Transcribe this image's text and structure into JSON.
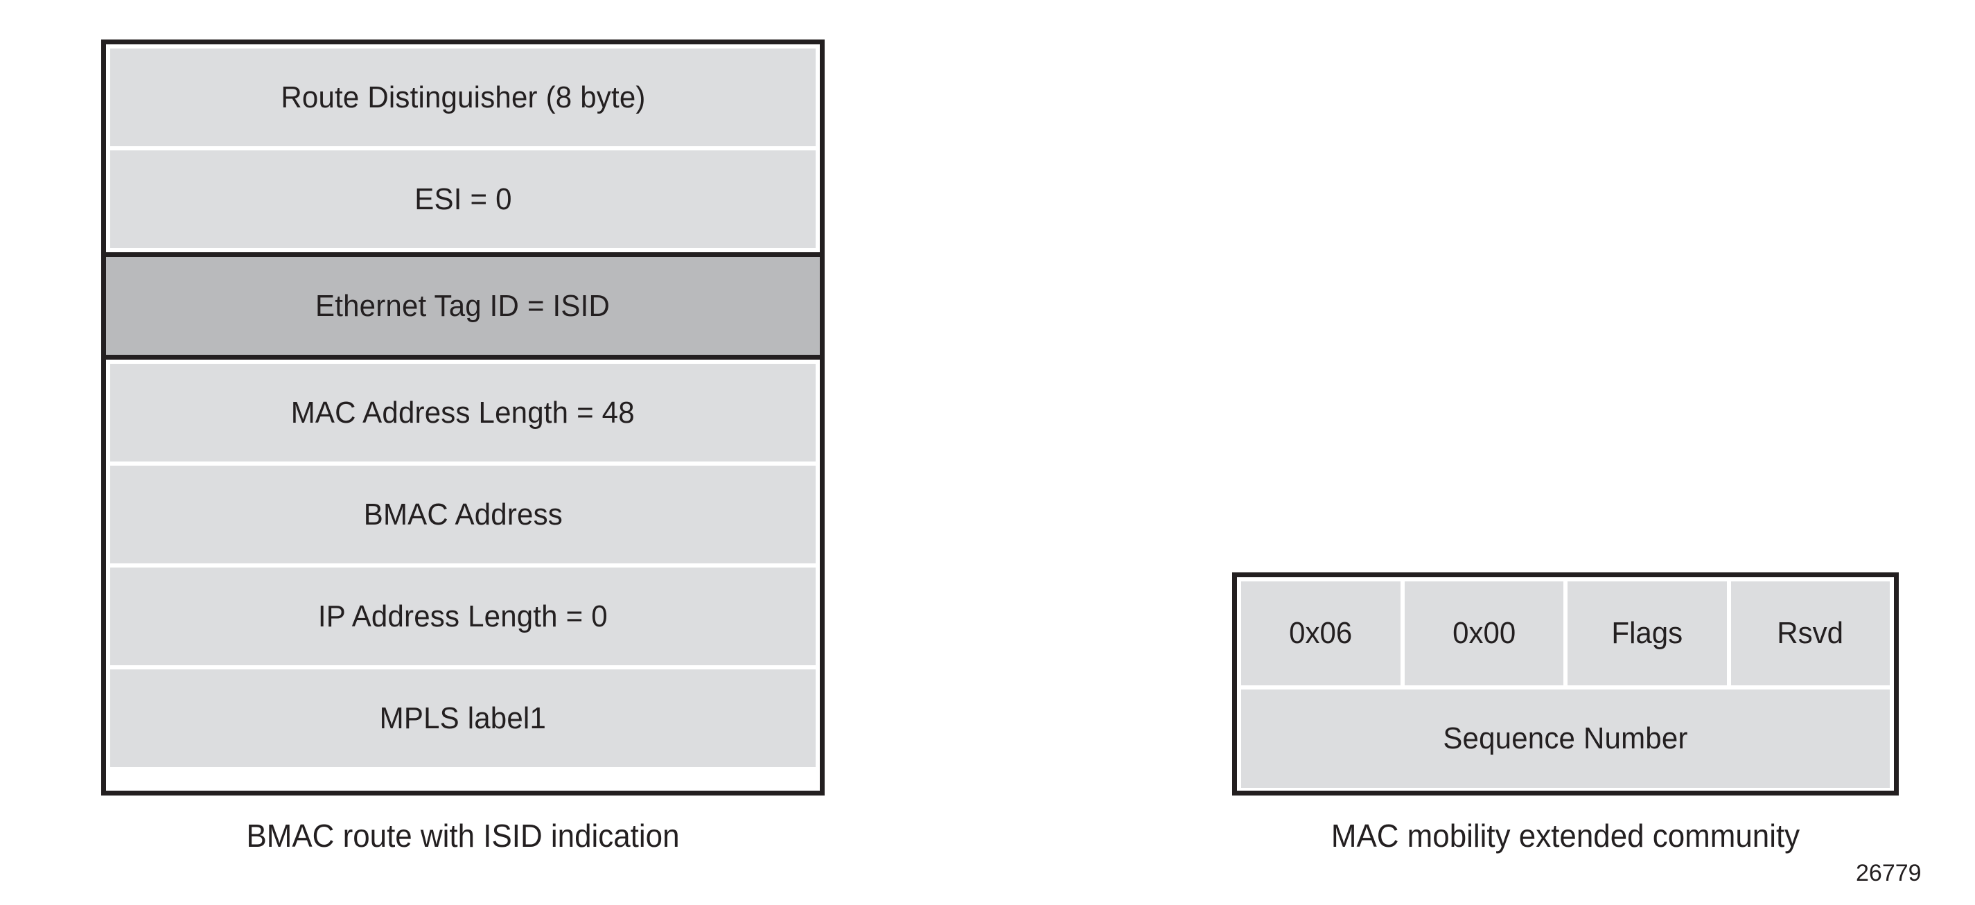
{
  "figure": {
    "number": "26779",
    "background_color": "#ffffff",
    "ink_color": "#231f20",
    "cell_fill": "#dcdddf",
    "highlight_fill": "#b9babc"
  },
  "left_diagram": {
    "caption": "BMAC route with ISID indication",
    "rows": [
      {
        "label": "Route Distinguisher (8 byte)",
        "highlighted": false
      },
      {
        "label": "ESI = 0",
        "highlighted": false
      },
      {
        "label": "Ethernet Tag ID = ISID",
        "highlighted": true
      },
      {
        "label": "MAC Address Length = 48",
        "highlighted": false
      },
      {
        "label": "BMAC Address",
        "highlighted": false
      },
      {
        "label": "IP Address Length = 0",
        "highlighted": false
      },
      {
        "label": "MPLS label1",
        "highlighted": false
      }
    ]
  },
  "right_diagram": {
    "caption": "MAC mobility extended community",
    "top_fields": [
      {
        "label": "0x06"
      },
      {
        "label": "0x00"
      },
      {
        "label": "Flags"
      },
      {
        "label": "Rsvd"
      }
    ],
    "bottom_field": {
      "label": "Sequence Number"
    }
  }
}
